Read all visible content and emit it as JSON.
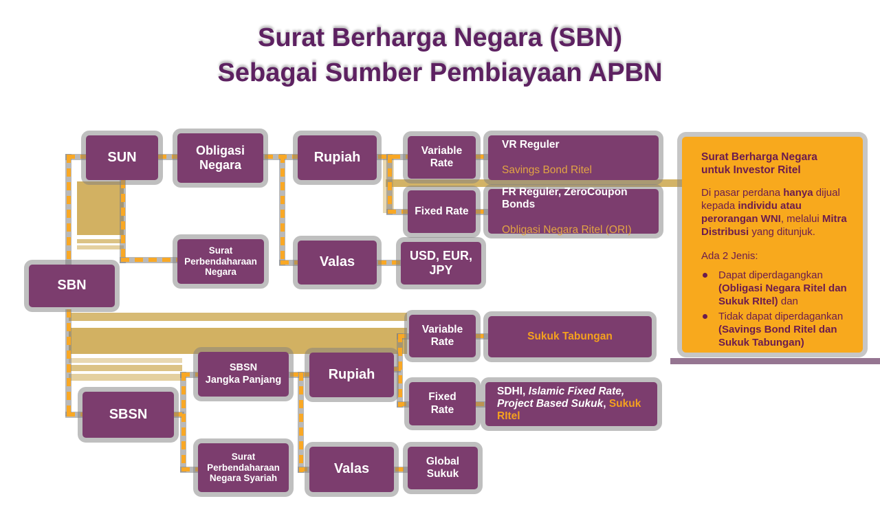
{
  "title": "Surat Berharga Negara (SBN)\nSebagai Sumber Pembiayaan APBN",
  "colors": {
    "node_purple": "#7C3D6E",
    "title_purple": "#5D2161",
    "panel_orange": "#F8A91D",
    "panel_text": "#6B1B4E",
    "dash_orange": "#F9A825",
    "accent_text_light": "#E2A444",
    "accent_text_strong": "#F5A11E",
    "tan_highlight": "#CDA951",
    "shadow_gray": "#808080"
  },
  "nodes": {
    "sbn": "SBN",
    "sun": "SUN",
    "obligasi_negara": "Obligasi\nNegara",
    "surat_perbendaharaan_negara": "Surat\nPerbendaharaan\nNegara",
    "rupiah_top": "Rupiah",
    "valas_top": "Valas",
    "variable_rate_top": "Variable\nRate",
    "fixed_rate_top": "Fixed Rate",
    "usd_eur_jpy": "USD, EUR,\nJPY",
    "vr_line1": "VR Reguler",
    "vr_line2": "Savings Bond Ritel",
    "fr_line1": "FR Reguler, ZeroCoupon Bonds",
    "fr_line2": "Obligasi Negara Ritel (ORI)",
    "sbsn": "SBSN",
    "sbsn_jangka_panjang": "SBSN\nJangka Panjang",
    "surat_perbendaharaan_negara_syariah": "Surat\nPerbendaharaan\nNegara Syariah",
    "rupiah_bottom": "Rupiah",
    "valas_bottom": "Valas",
    "variable_rate_bottom": "Variable\nRate",
    "fixed_rate_bottom": "Fixed\nRate",
    "sukuk_tabungan": "Sukuk Tabungan",
    "sdhi_p1": "SDHI, ",
    "sdhi_p2": "Islamic Fixed Rate, Project Based Sukuk",
    "sdhi_p3": ", ",
    "sdhi_p4": "Sukuk RItel",
    "global_sukuk": "Global\nSukuk"
  },
  "info_panel": {
    "heading": "Surat Berharga Negara untuk Investor Ritel",
    "p1a": "Di pasar perdana ",
    "p1b": "hanya",
    "p1c": " dijual kepada ",
    "p1d": "individu atau perorangan WNI",
    "p1e": ", melalui ",
    "p1f": "Mitra Distribusi",
    "p1g": " yang ditunjuk.",
    "p2": "Ada 2 Jenis:",
    "b1a": "Dapat diperdagangkan ",
    "b1b": "(Obligasi Negara Ritel dan Sukuk RItel)",
    "b1c": " dan",
    "b2a": "Tidak dapat diperdagankan ",
    "b2b": "(Savings Bond Ritel dan Sukuk Tabungan)"
  }
}
